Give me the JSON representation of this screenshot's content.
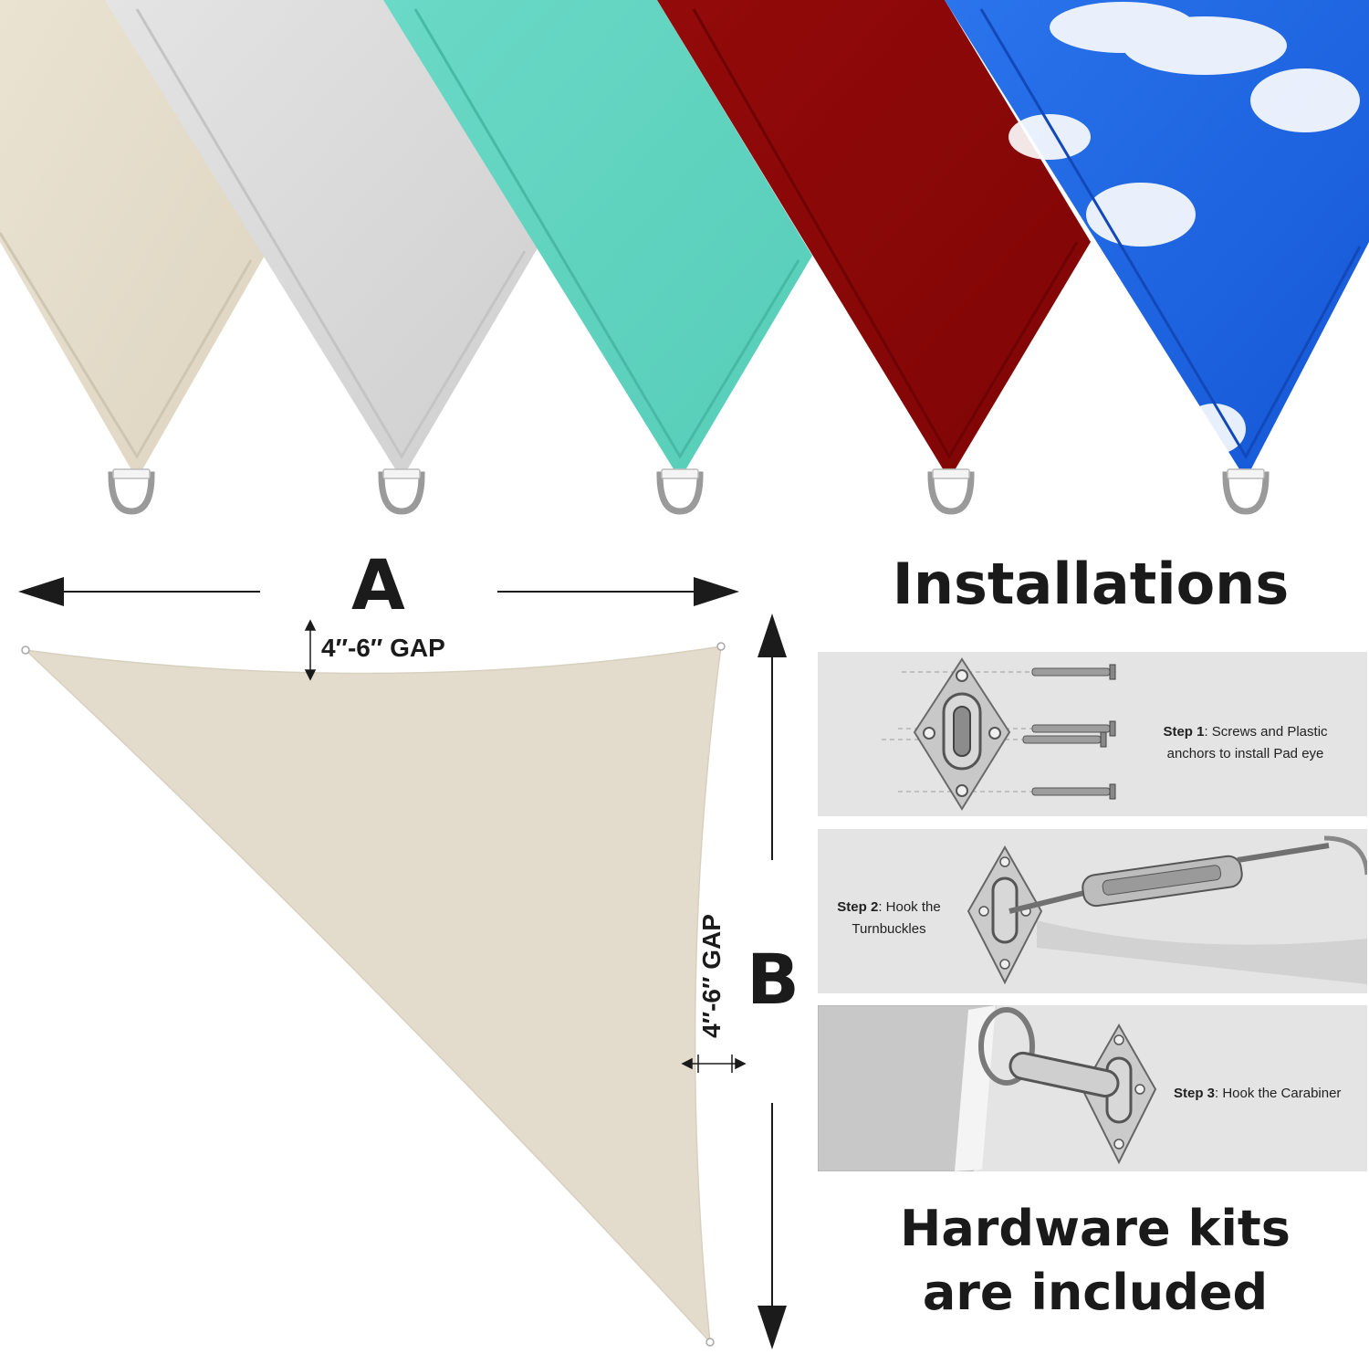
{
  "swatches": [
    {
      "name": "sand",
      "color": "#e4dccb"
    },
    {
      "name": "light-grey",
      "color": "#d8d8d8"
    },
    {
      "name": "aqua",
      "color": "#63d6c2"
    },
    {
      "name": "red",
      "color": "#8c0808"
    },
    {
      "name": "sky-blue",
      "color": "#1f6ae6"
    }
  ],
  "diagram": {
    "side_a_label": "A",
    "side_b_label": "B",
    "top_gap_label": "4″-6″ GAP",
    "side_gap_label": "4″-6″ GAP",
    "sail_color": "#e3dccd"
  },
  "installations": {
    "title": "Installations",
    "steps": [
      {
        "step_label": "Step 1",
        "text": ": Screws and Plastic anchors to install Pad eye"
      },
      {
        "step_label": "Step 2",
        "text": ": Hook the Turnbuckles"
      },
      {
        "step_label": "Step 3",
        "text": ": Hook the Carabiner"
      }
    ]
  },
  "footer": {
    "line1": "Hardware kits",
    "line2": "are included"
  }
}
